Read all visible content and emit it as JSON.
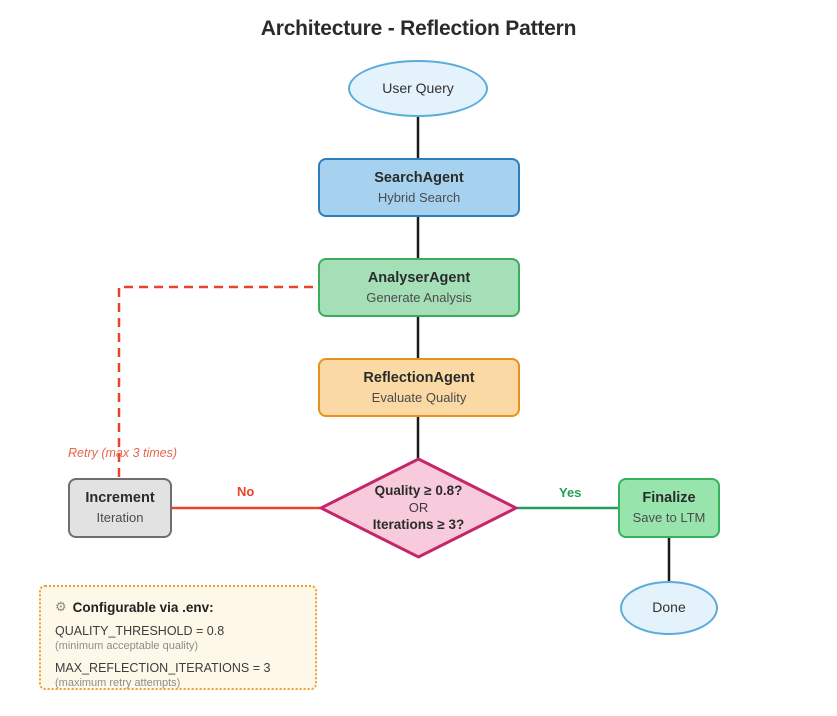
{
  "diagram": {
    "title": "Architecture - Reflection Pattern",
    "nodes": {
      "user_query": {
        "label": "User Query",
        "shape": "ellipse",
        "fill": "#e3f2fb",
        "stroke": "#5cabdd"
      },
      "search_agent": {
        "title": "SearchAgent",
        "subtitle": "Hybrid Search",
        "shape": "rect",
        "fill": "#a6d2f0",
        "stroke": "#2d7ebb"
      },
      "analyser_agent": {
        "title": "AnalyserAgent",
        "subtitle": "Generate Analysis",
        "shape": "rect",
        "fill": "#a5dfb8",
        "stroke": "#3cab5e"
      },
      "reflection_agent": {
        "title": "ReflectionAgent",
        "subtitle": "Evaluate Quality",
        "shape": "rect",
        "fill": "#fad9a5",
        "stroke": "#e8911f"
      },
      "decision": {
        "line1": "Quality ≥ 0.8?",
        "line2": "OR",
        "line3": "Iterations ≥ 3?",
        "shape": "diamond",
        "fill": "#f7cbdb",
        "stroke": "#c5256a"
      },
      "increment": {
        "title": "Increment",
        "subtitle": "Iteration",
        "shape": "rect",
        "fill": "#e2e2e2",
        "stroke": "#6e6e6e"
      },
      "finalize": {
        "title": "Finalize",
        "subtitle": "Save to LTM",
        "shape": "rect",
        "fill": "#97e5ad",
        "stroke": "#34b35c"
      },
      "done": {
        "label": "Done",
        "shape": "ellipse",
        "fill": "#e3f2fb",
        "stroke": "#5cabdd"
      }
    },
    "edge_labels": {
      "no": "No",
      "yes": "Yes",
      "retry": "Retry (max 3 times)"
    },
    "edge_colors": {
      "default": "#1a1a1a",
      "no": "#e8442a",
      "yes": "#23a košice",
      "yes_color": "#22a05a",
      "retry": "#e8442a"
    }
  },
  "legend": {
    "icon": "gear-icon",
    "icon_glyph": "⚙",
    "title": "Configurable via .env:",
    "entries": [
      {
        "setting": "QUALITY_THRESHOLD = 0.8",
        "note": "(minimum acceptable quality)"
      },
      {
        "setting": "MAX_REFLECTION_ITERATIONS = 3",
        "note": "(maximum retry attempts)"
      }
    ],
    "border_color": "#f0a030",
    "background_color": "#fdf8e7"
  }
}
